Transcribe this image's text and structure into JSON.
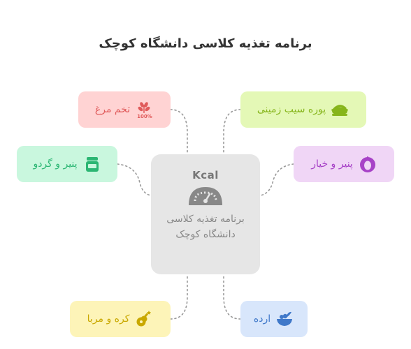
{
  "title": "برنامه تغذیه کلاسی دانشگاه کوچک",
  "center": {
    "badge": "Kcal",
    "label": "برنامه تغذیه کلاسی دانشگاه کوچک"
  },
  "nodes": [
    {
      "id": "eggs",
      "label": "تخم مرغ",
      "icon": "wheat-100-percent-icon",
      "bg": "#ffd3d3",
      "color": "#e05a5a"
    },
    {
      "id": "cheese-walnut",
      "label": "پنیر و گردو",
      "icon": "jar-icon",
      "bg": "#c9f7de",
      "color": "#2bb673"
    },
    {
      "id": "butter-jam",
      "label": "کره و مربا",
      "icon": "guitar-icon",
      "bg": "#fdf4b8",
      "color": "#c9a800"
    },
    {
      "id": "potato-puree",
      "label": "پوره سیب زمینی",
      "icon": "bowl-icon",
      "bg": "#e4f8b6",
      "color": "#86b51b"
    },
    {
      "id": "cheese-cucumber",
      "label": "پنیر و خیار",
      "icon": "fruit-icon",
      "bg": "#f0d6f6",
      "color": "#a742c7"
    },
    {
      "id": "porridge",
      "label": "ارده",
      "icon": "salad-bowl-icon",
      "bg": "#d8e6fb",
      "color": "#3f78c9"
    }
  ]
}
